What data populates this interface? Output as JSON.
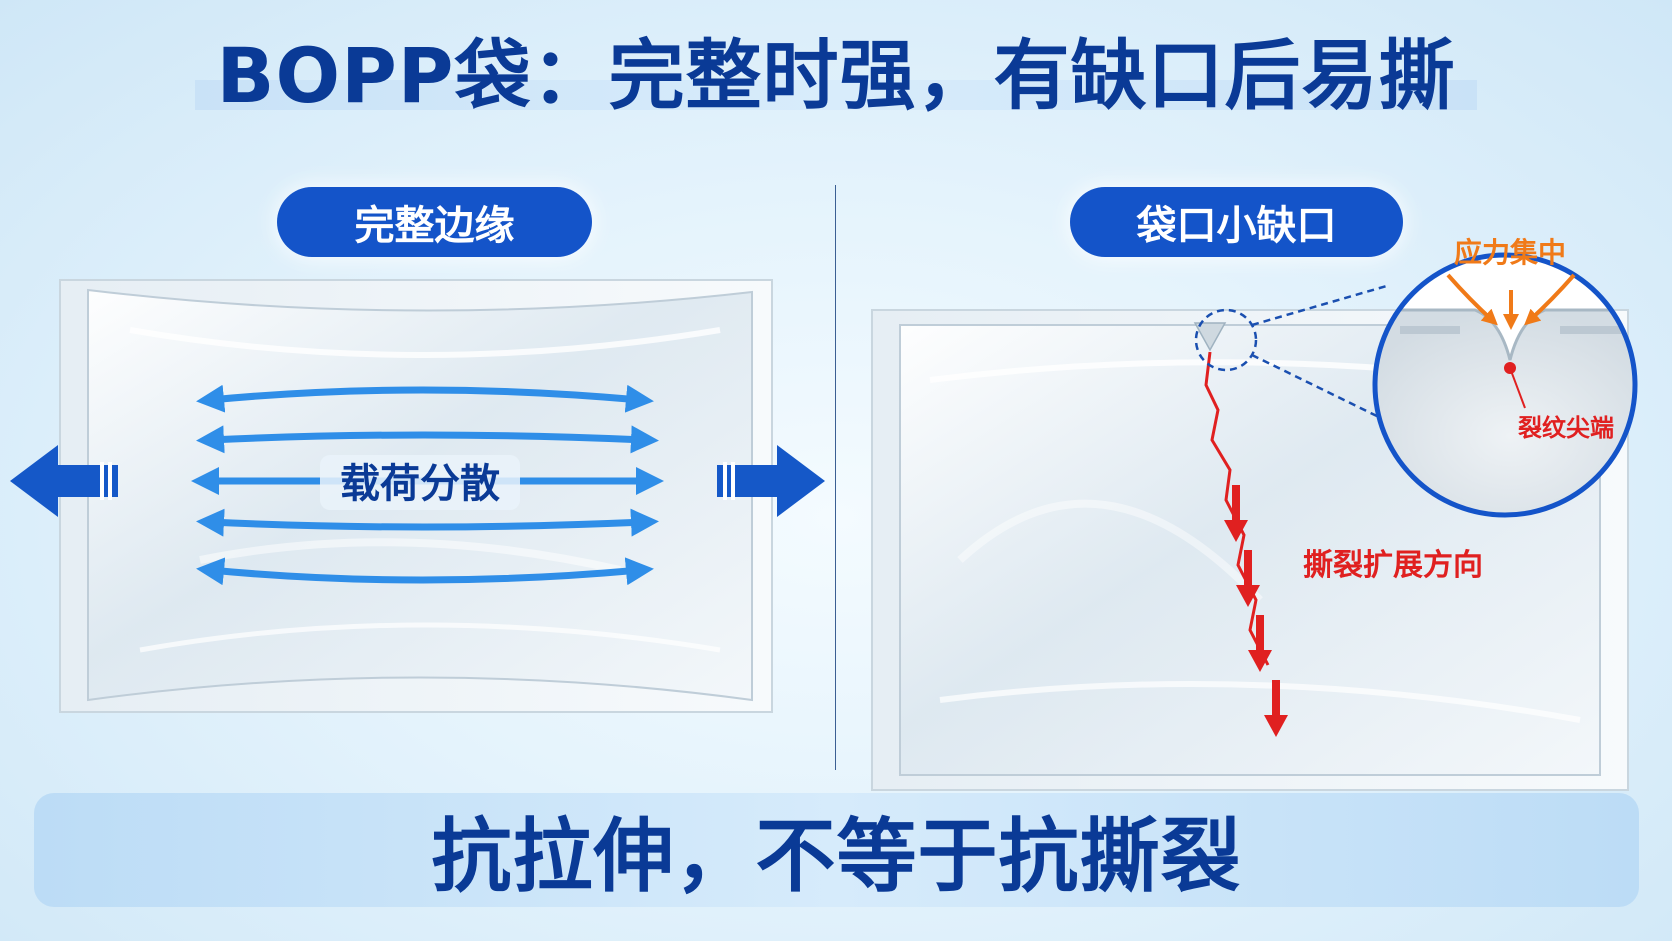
{
  "title": "BOPP袋：完整时强，有缺口后易撕",
  "left_panel": {
    "pill_label": "完整边缘",
    "center_label": "载荷分散"
  },
  "right_panel": {
    "pill_label": "袋口小缺口",
    "zoom_top_label": "应力集中",
    "zoom_tip_label": "裂纹尖端",
    "tear_direction_label": "撕裂扩展方向"
  },
  "bottom_banner": "抗拉伸，不等于抗撕裂",
  "colors": {
    "title": "#0a3a96",
    "pill": "#1454c9",
    "load_arrow": "#2f8ee8",
    "pull_arrow": "#1558c8",
    "accent_red": "#e02020",
    "accent_orange": "#f07a18"
  }
}
